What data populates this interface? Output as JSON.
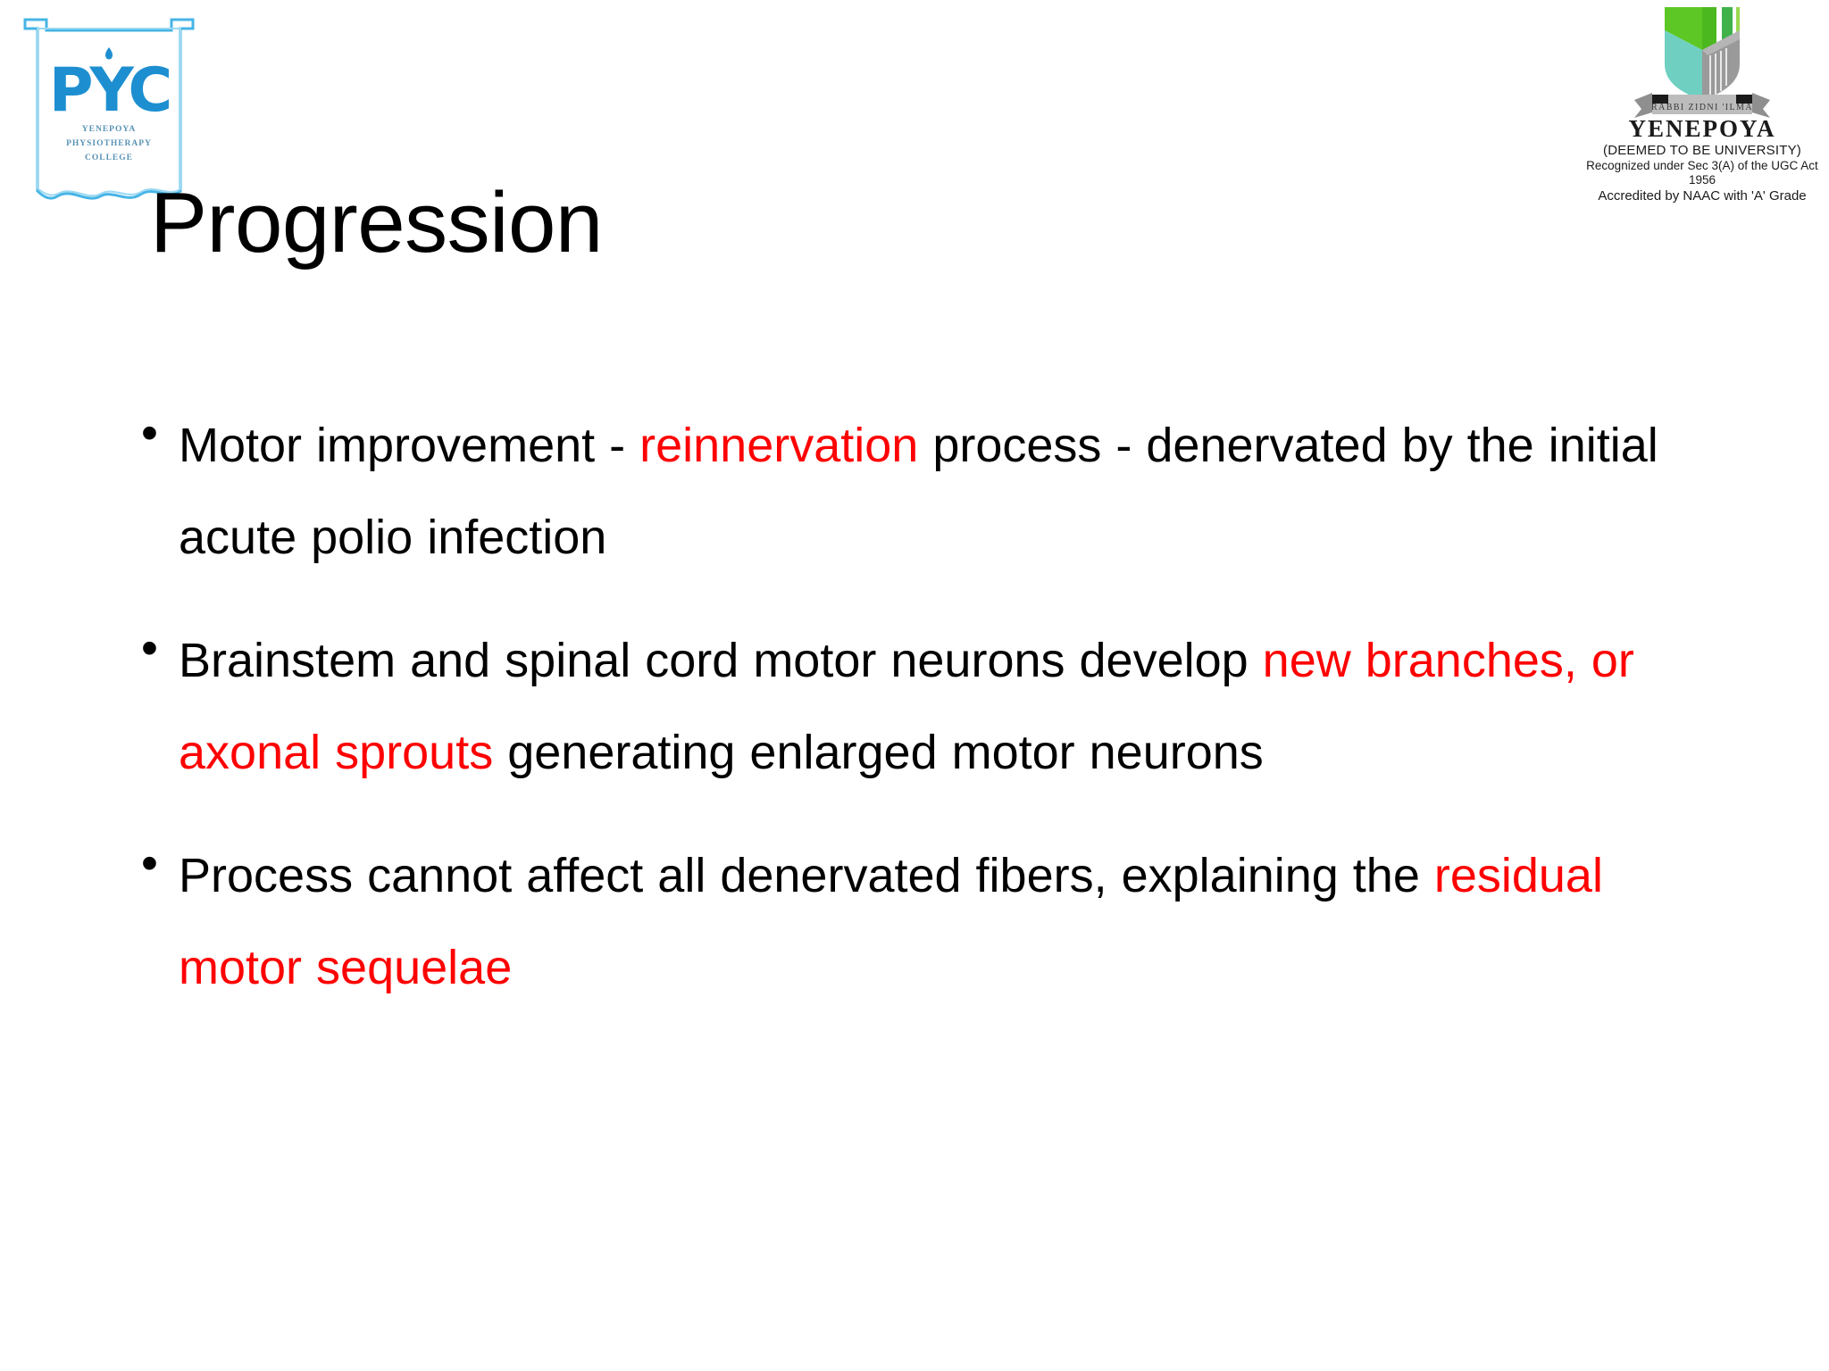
{
  "slide": {
    "title": "Progression",
    "background_color": "#ffffff",
    "text_color": "#000000",
    "highlight_color": "#ff0000"
  },
  "logo_left": {
    "name": "yenepoya-physiotherapy-college-logo",
    "monogram": "PYC",
    "line1": "YENEPOYA",
    "line2": "PHYSIOTHERAPY",
    "line3": "COLLEGE",
    "color": "#1d8fd1"
  },
  "logo_right": {
    "name": "yenepoya-university-logo",
    "motto": "RABBI ZIDNI 'ILMA",
    "title": "YENEPOYA",
    "subtitle": "(DEEMED TO BE UNIVERSITY)",
    "recognition": "Recognized under Sec 3(A) of the UGC Act 1956",
    "accreditation": "Accredited by NAAC with 'A' Grade",
    "crest_colors": [
      "#5dc726",
      "#3fb24a",
      "#66cfc0",
      "#8a8a8a",
      "#b9b9b9"
    ]
  },
  "bullets": [
    {
      "marker": "•",
      "segments": [
        {
          "text": "Motor improvement - ",
          "highlight": false
        },
        {
          "text": "reinnervation",
          "highlight": true
        },
        {
          "text": " process - denervated by the initial acute polio infection",
          "highlight": false
        }
      ]
    },
    {
      "marker": "•",
      "segments": [
        {
          "text": "Brainstem and spinal cord motor neurons develop ",
          "highlight": false
        },
        {
          "text": "new branches, or axonal sprouts",
          "highlight": true
        },
        {
          "text": " generating enlarged motor neurons",
          "highlight": false
        }
      ]
    },
    {
      "marker": "•",
      "segments": [
        {
          "text": "Process cannot affect all denervated fibers, explaining the ",
          "highlight": false
        },
        {
          "text": "residual motor sequelae",
          "highlight": true
        }
      ]
    }
  ]
}
